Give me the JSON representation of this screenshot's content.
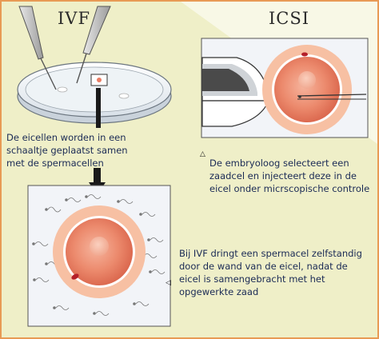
{
  "ivf": {
    "title": "IVF",
    "caption_dish": "De eicellen worden in een schaaltje geplaatst samen met de spermacellen",
    "caption_bottom": "Bij IVF dringt een spermacel zelfstandig door de wand van de eicel, nadat de eicel is samengebracht met het opgewerkte zaad"
  },
  "icsi": {
    "title": "ICSI",
    "caption": "De embryoloog selecteert een zaadcel en injecteert deze in de eicel onder micrscopische controle"
  },
  "colors": {
    "border": "#e89a55",
    "background": "#efefc8",
    "panel": "#f2f4f8",
    "halo": "#f7c0a3",
    "egg": "#e97d64",
    "text": "#1a2a55"
  }
}
